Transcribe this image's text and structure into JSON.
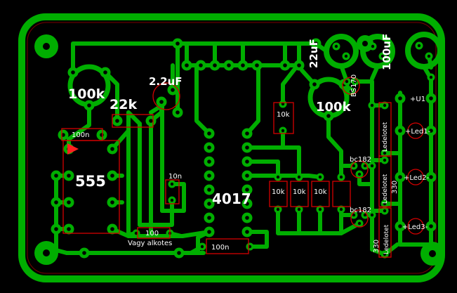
{
  "colors": {
    "background": "#000000",
    "copper_green": "#00AE00",
    "silkscreen_red": "#D40000",
    "label_white": "#FFFFFF",
    "hole_black": "#000000"
  },
  "labels": [
    {
      "id": "pot-left",
      "text": "100k"
    },
    {
      "id": "res-22k",
      "text": "22k"
    },
    {
      "id": "cap-2-2uf",
      "text": "2.2uF"
    },
    {
      "id": "cap-22uf",
      "text": "22uF"
    },
    {
      "id": "cap-100uf",
      "text": "100uF"
    },
    {
      "id": "fet-bs170",
      "text": "BS170"
    },
    {
      "id": "pot-right",
      "text": "100k"
    },
    {
      "id": "res-10k-top",
      "text": "10k"
    },
    {
      "id": "cap-100n-left",
      "text": "100n"
    },
    {
      "id": "ic-555",
      "text": "555"
    },
    {
      "id": "cap-10n",
      "text": "10n"
    },
    {
      "id": "ic-4017",
      "text": "4017"
    },
    {
      "id": "res-10k-1",
      "text": "10k"
    },
    {
      "id": "res-10k-2",
      "text": "10k"
    },
    {
      "id": "res-10k-3",
      "text": "10k"
    },
    {
      "id": "tr-bc182-1",
      "text": "bc182"
    },
    {
      "id": "tr-bc182-2",
      "text": "bc182"
    },
    {
      "id": "led-series-1",
      "text": "Ledelotet"
    },
    {
      "id": "led-series-2",
      "text": "Ledelotet"
    },
    {
      "id": "led-series-3",
      "text": "Ledelotet"
    },
    {
      "id": "conn-u1",
      "text": "+U1"
    },
    {
      "id": "led1",
      "text": "+Led1-"
    },
    {
      "id": "led2",
      "text": "+Led2-"
    },
    {
      "id": "led3",
      "text": "+Led3-"
    },
    {
      "id": "res-330-1",
      "text": "330"
    },
    {
      "id": "res-330-2",
      "text": "330"
    },
    {
      "id": "res-100",
      "text": "100"
    },
    {
      "id": "note",
      "text": "Vagy alkotes"
    },
    {
      "id": "cap-100n-bottom",
      "text": "100n"
    }
  ]
}
